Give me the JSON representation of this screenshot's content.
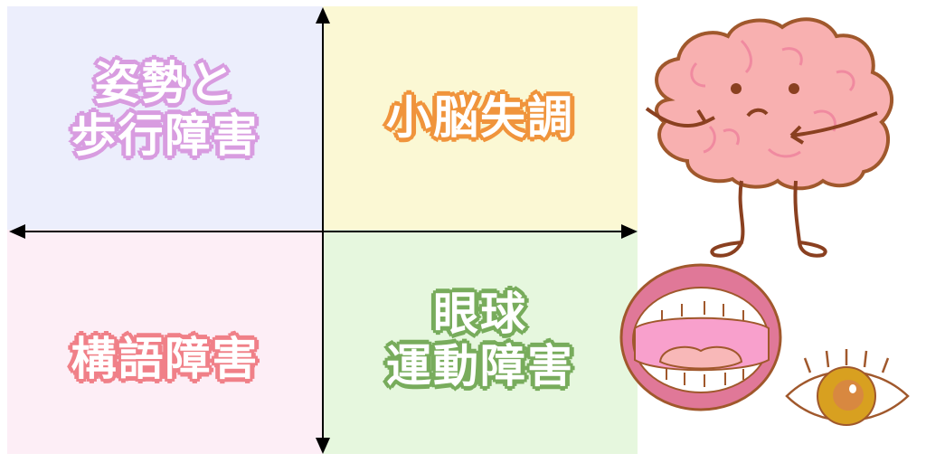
{
  "diagram": {
    "type": "quadrant",
    "quadrants": [
      {
        "position": "top-left",
        "lines": [
          "姿勢と",
          "歩行障害"
        ],
        "bg": "#eceefc",
        "outline": "#d89ce0"
      },
      {
        "position": "top-right",
        "lines": [
          "小脳失調"
        ],
        "bg": "#fbf8d4",
        "outline": "#f0943c"
      },
      {
        "position": "bottom-left",
        "lines": [
          "構語障害"
        ],
        "bg": "#fdeef6",
        "outline": "#f08088"
      },
      {
        "position": "bottom-right",
        "lines": [
          "眼球",
          "運動障害"
        ],
        "bg": "#e6f7de",
        "outline": "#78ac5c"
      }
    ],
    "axes": {
      "horizontal": "double-arrow",
      "vertical": "double-arrow",
      "color": "#000000"
    }
  },
  "illustrations": [
    {
      "name": "brain-character",
      "colors": {
        "fill": "#f8b0b0",
        "outline": "#a0582c"
      }
    },
    {
      "name": "open-mouth",
      "colors": {
        "lips": "#e07898",
        "inside": "#f8a0cc",
        "tongue": "#f8b8b8"
      }
    },
    {
      "name": "eye",
      "colors": {
        "iris": "#d8a020",
        "pupil": "#d88840"
      }
    }
  ]
}
